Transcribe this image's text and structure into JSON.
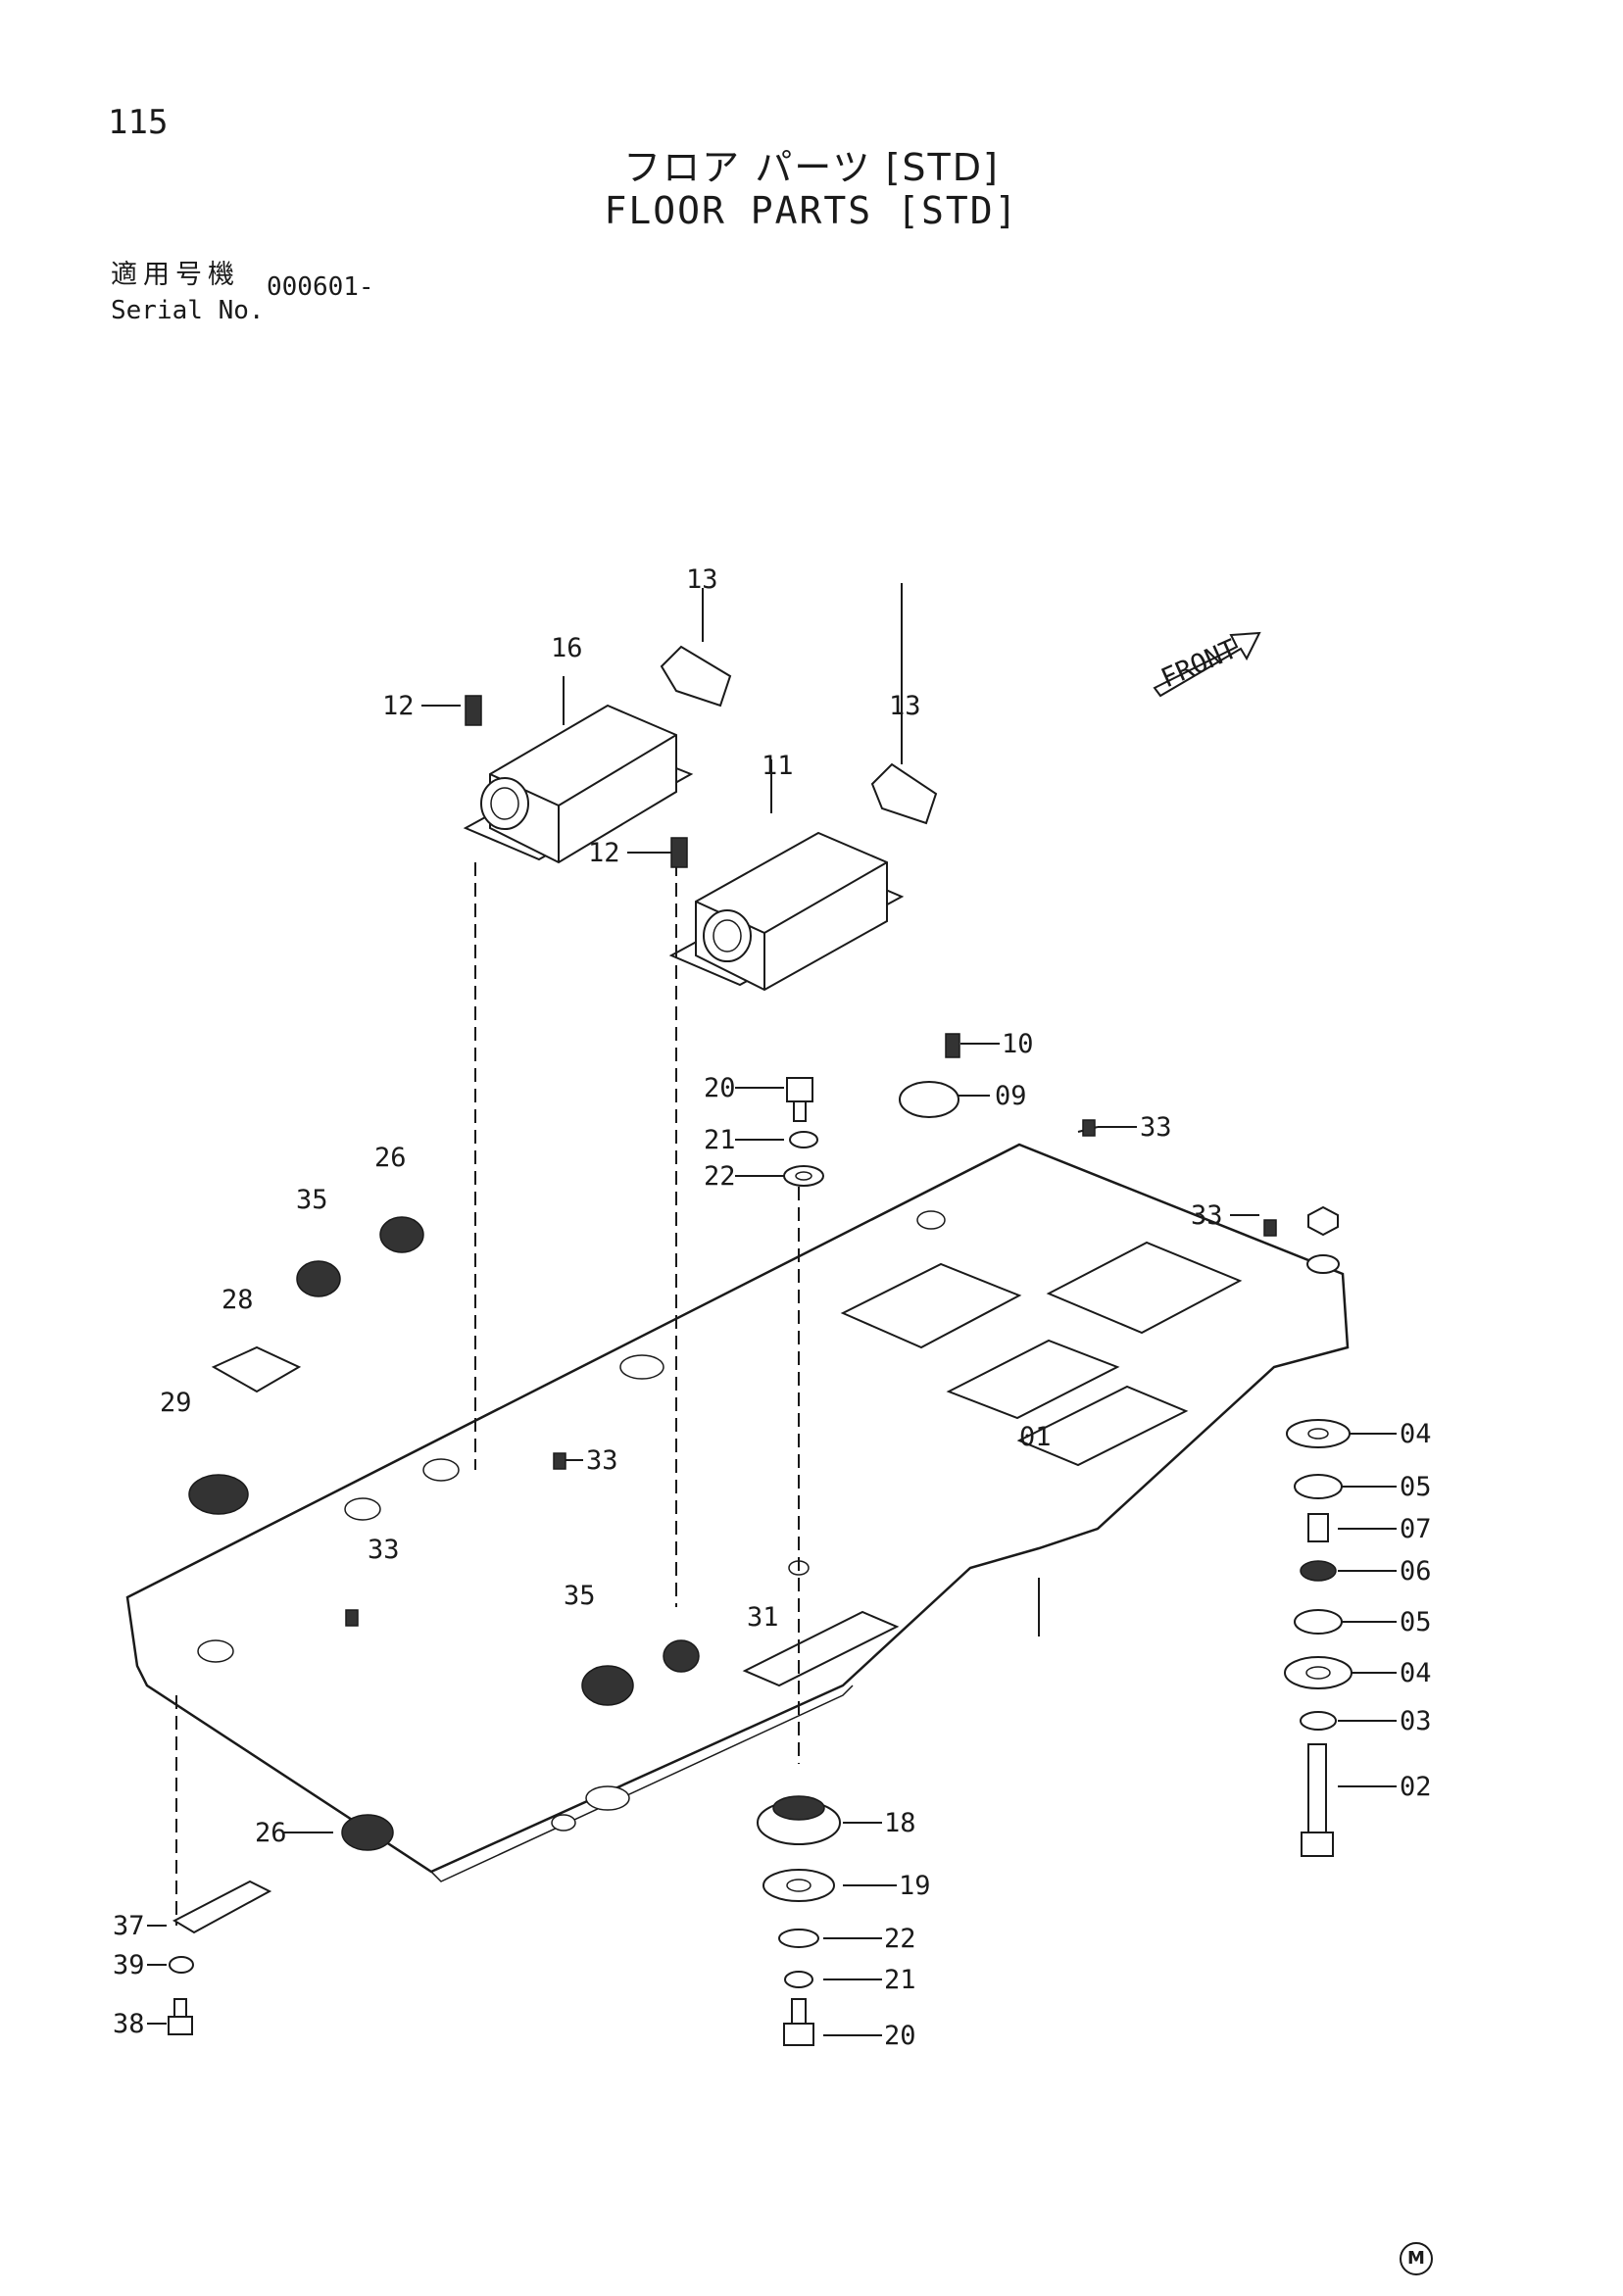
{
  "page_number": "115",
  "title_jp": "フロア パーツ [STD]",
  "title_en": "FLOOR PARTS [STD]",
  "serial": {
    "label_jp": "適用号機",
    "label_en": "Serial No.",
    "value": "000601-"
  },
  "front_label": "FRONT",
  "corner_mark": "M",
  "callouts": {
    "c01": "01",
    "c02": "02",
    "c03": "03",
    "c04a": "04",
    "c04b": "04",
    "c05a": "05",
    "c05b": "05",
    "c06": "06",
    "c07": "07",
    "c09": "09",
    "c10": "10",
    "c11": "11",
    "c12a": "12",
    "c12b": "12",
    "c13a": "13",
    "c13b": "13",
    "c16": "16",
    "c18": "18",
    "c19": "19",
    "c20a": "20",
    "c20b": "20",
    "c21a": "21",
    "c21b": "21",
    "c22a": "22",
    "c22b": "22",
    "c26a": "26",
    "c26b": "26",
    "c28": "28",
    "c29": "29",
    "c31": "31",
    "c33a": "33",
    "c33b": "33",
    "c33c": "33",
    "c33d": "33",
    "c35a": "35",
    "c35b": "35",
    "c37": "37",
    "c38": "38",
    "c39": "39"
  }
}
